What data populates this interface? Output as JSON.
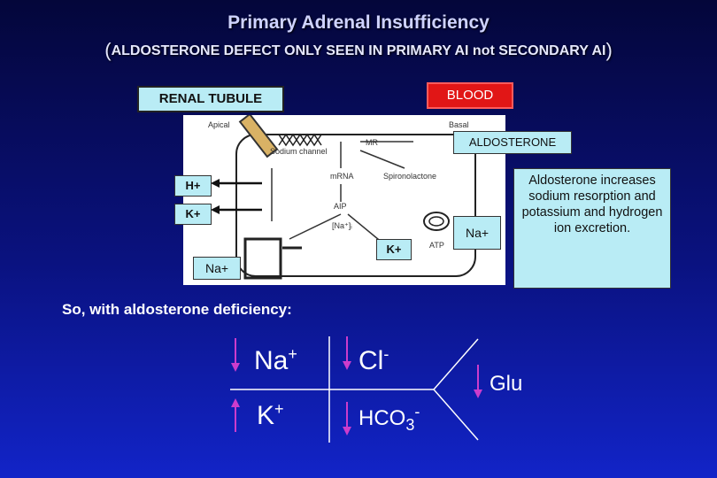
{
  "title": "Primary Adrenal Insufficiency",
  "subtitle": {
    "open_paren": "(",
    "text": "ALDOSTERONE DEFECT ONLY SEEN IN PRIMARY AI not SECONDARY AI",
    "close_paren": ")"
  },
  "labels": {
    "renal_tubule": "RENAL TUBULE",
    "blood": "BLOOD",
    "aldosterone": "ALDOSTERONE"
  },
  "figure": {
    "apical": "Apical",
    "basal": "Basal",
    "sodium_channel": "Sodium channel",
    "mr": "MR",
    "mrna": "mRNA",
    "spironolactone": "Spironolactone",
    "aip": "AIP",
    "na_i": "[Na⁺]ᵢ",
    "atp": "ATP"
  },
  "ions": {
    "h": "H+",
    "k_left": "K+",
    "k_right": "K+",
    "na_right": "Na+",
    "na_left": "Na+"
  },
  "note": "Aldosterone increases sodium resorption and potassium and hydrogen ion excretion.",
  "deficiency": {
    "heading": "So, with aldosterone deficiency:",
    "na": "Na",
    "na_sup": "+",
    "k": "K",
    "k_sup": "+",
    "cl": "Cl",
    "cl_sup": "-",
    "hco3": "HCO",
    "hco3_sub": "3",
    "hco3_sup": "-",
    "glu": "Glu"
  },
  "colors": {
    "arrow": "#cc3ccc",
    "box_fill": "#b9ecf5",
    "blood_fill": "#e11616"
  }
}
